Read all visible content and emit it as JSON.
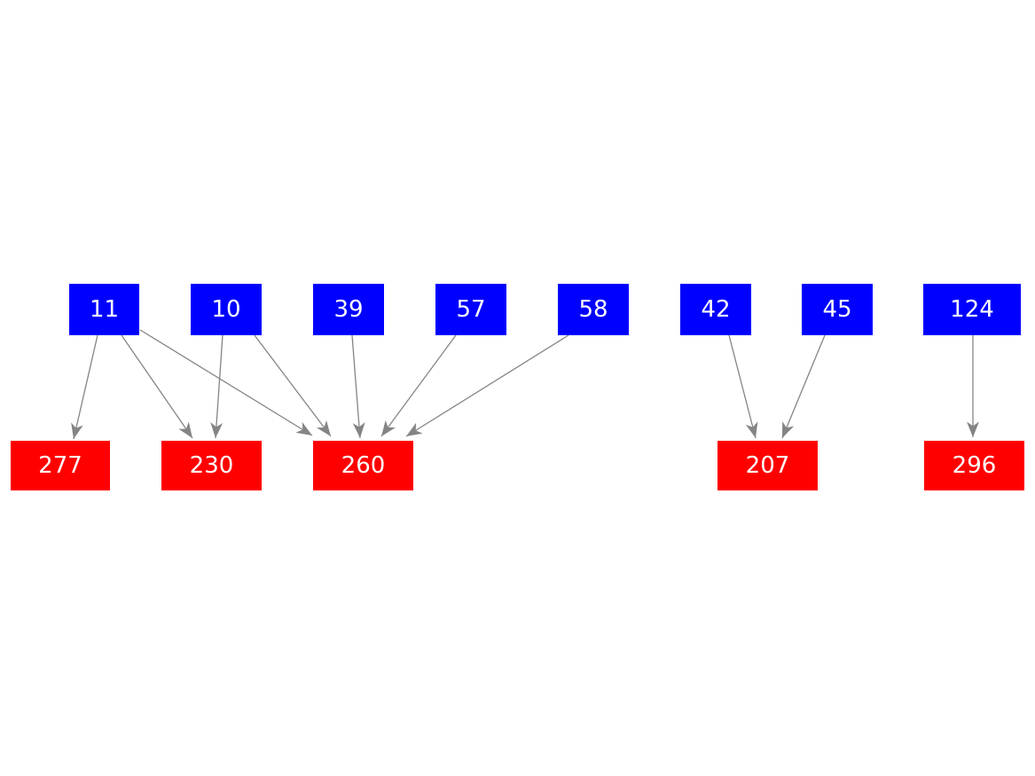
{
  "diagram": {
    "type": "bipartite-graph",
    "background_color": "#ffffff",
    "colors": {
      "source_node_fill": "#0000ff",
      "target_node_fill": "#ff0000",
      "edge": "#848484",
      "node_label": "#ffffff"
    },
    "source_nodes": [
      {
        "id": "11",
        "label": "11"
      },
      {
        "id": "10",
        "label": "10"
      },
      {
        "id": "39",
        "label": "39"
      },
      {
        "id": "57",
        "label": "57"
      },
      {
        "id": "58",
        "label": "58"
      },
      {
        "id": "42",
        "label": "42"
      },
      {
        "id": "45",
        "label": "45"
      },
      {
        "id": "124",
        "label": "124"
      }
    ],
    "target_nodes": [
      {
        "id": "277",
        "label": "277"
      },
      {
        "id": "230",
        "label": "230"
      },
      {
        "id": "260",
        "label": "260"
      },
      {
        "id": "207",
        "label": "207"
      },
      {
        "id": "296",
        "label": "296"
      }
    ],
    "edges": [
      {
        "from": "11",
        "to": "277"
      },
      {
        "from": "11",
        "to": "230"
      },
      {
        "from": "11",
        "to": "260"
      },
      {
        "from": "10",
        "to": "230"
      },
      {
        "from": "10",
        "to": "260"
      },
      {
        "from": "39",
        "to": "260"
      },
      {
        "from": "57",
        "to": "260"
      },
      {
        "from": "58",
        "to": "260"
      },
      {
        "from": "42",
        "to": "207"
      },
      {
        "from": "45",
        "to": "207"
      },
      {
        "from": "124",
        "to": "296"
      }
    ]
  }
}
